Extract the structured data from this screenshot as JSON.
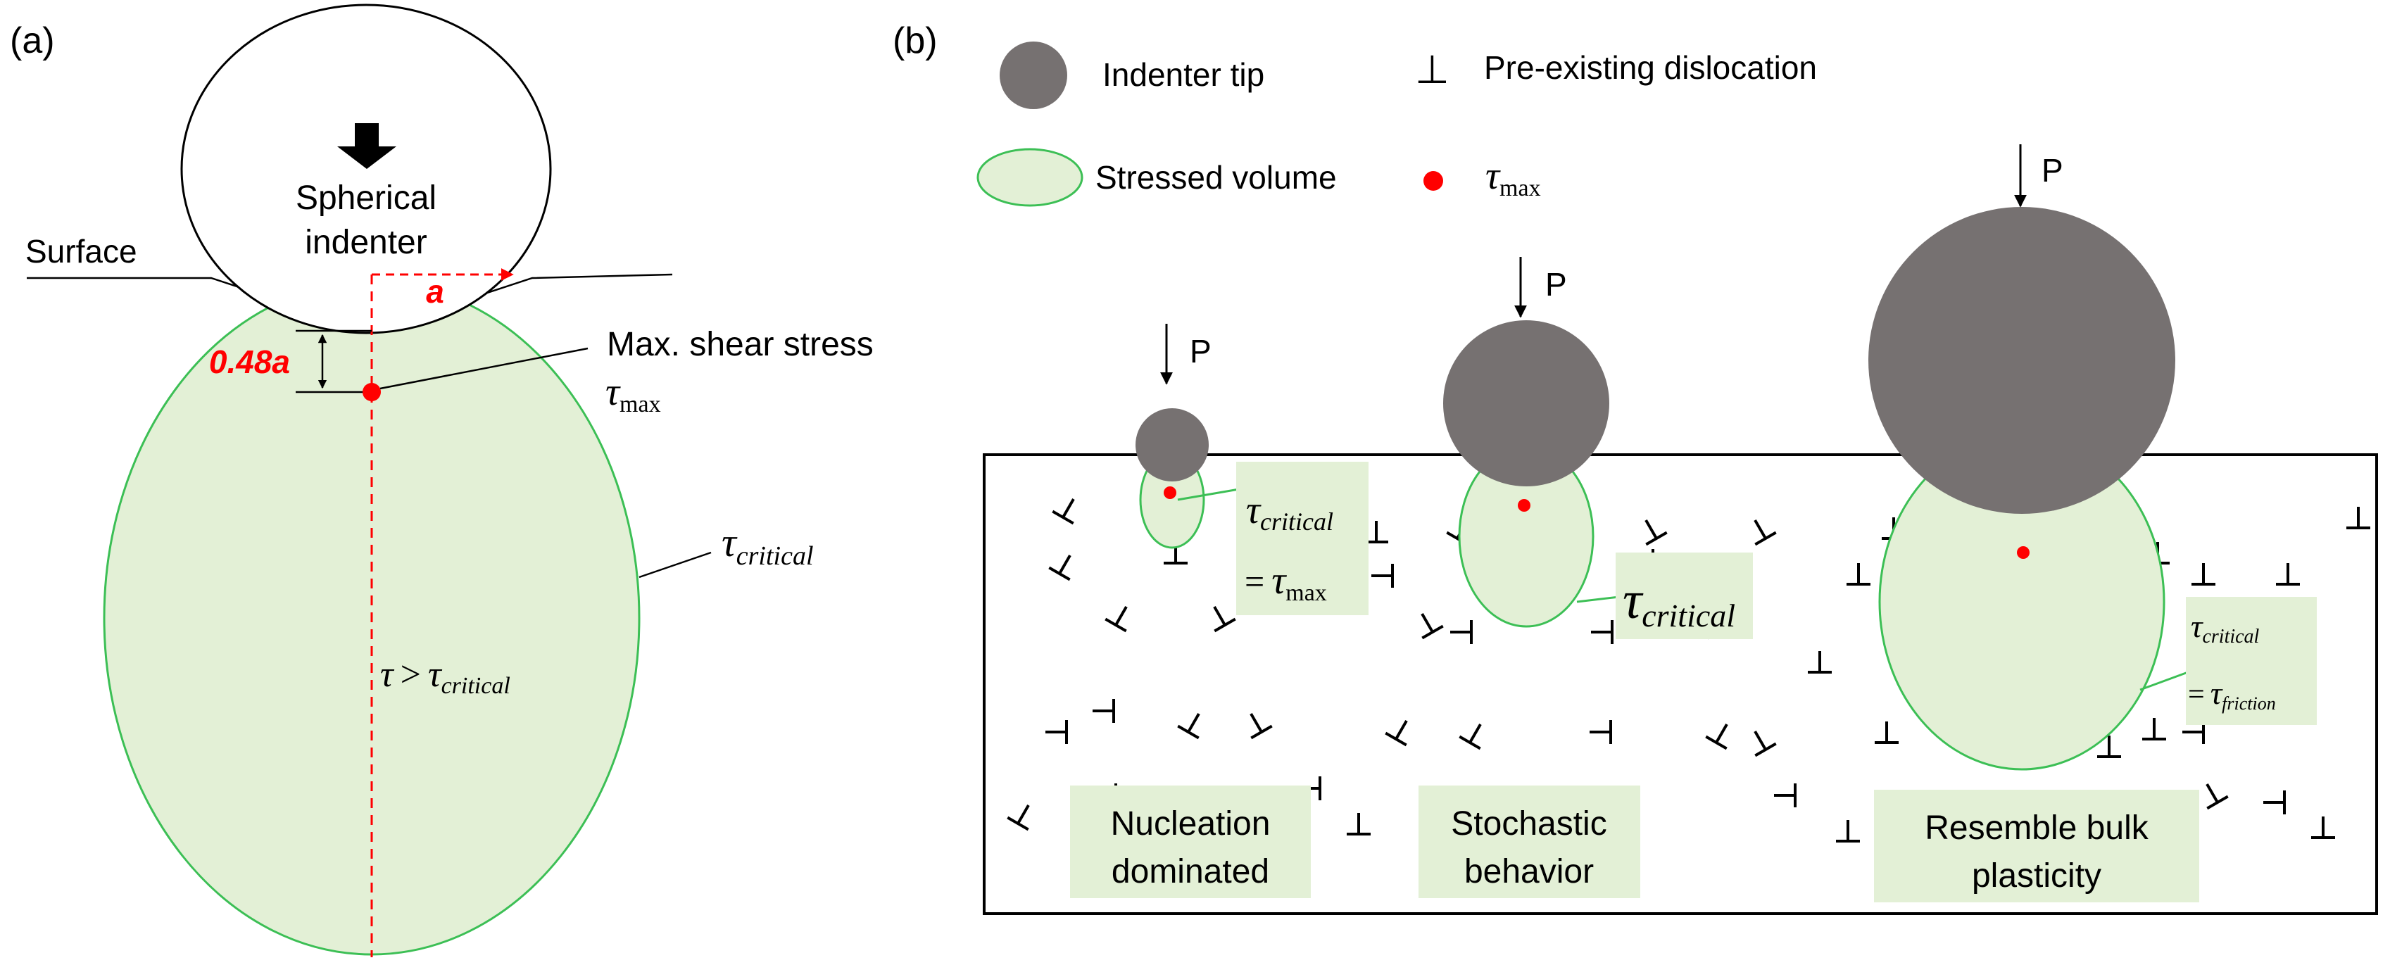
{
  "panel_a": {
    "label": "(a)",
    "indenter_line1": "Spherical",
    "indenter_line2": "indenter",
    "surface": "Surface",
    "contact_radius": "a",
    "depth": "0.48a",
    "max_shear_label": "Max. shear stress",
    "tau_symbol": "τ",
    "max_sub": "max",
    "critical_sub": "critical",
    "inside_gt": ">",
    "colors": {
      "red": "#ff0000",
      "green": "#3cbf55",
      "fill": "#e3f0d6"
    }
  },
  "panel_b": {
    "label": "(b)",
    "legend": {
      "indenter_tip": "Indenter tip",
      "dislocation_symbol": "⊥",
      "dislocation": "Pre-existing dislocation",
      "stressed_volume": "Stressed volume"
    },
    "load": "P",
    "eq_sign": "=",
    "friction_sub": "friction",
    "box1_line1": "Nucleation",
    "box1_line2": "dominated",
    "box2_line1": "Stochastic",
    "box2_line2": "behavior",
    "box3_line1": "Resemble bulk",
    "box3_line2": "plasticity",
    "colors": {
      "tip": "#767171",
      "box": "#e3f0d6",
      "red": "#ff0000"
    }
  }
}
